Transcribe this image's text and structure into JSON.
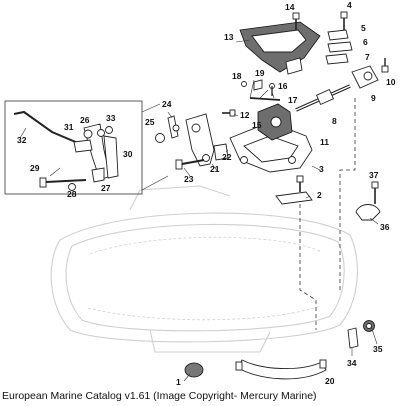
{
  "caption": "European Marine Catalog v1.61 (Image Copyright- Mercury Marine)",
  "labels": {
    "p1": "1",
    "p2": "2",
    "p3": "3",
    "p4": "4",
    "p5": "5",
    "p6": "6",
    "p7": "7",
    "p8": "8",
    "p9": "9",
    "p10": "10",
    "p11": "11",
    "p12": "12",
    "p13": "13",
    "p14": "14",
    "p15": "15",
    "p16": "16",
    "p17": "17",
    "p18": "18",
    "p19": "19",
    "p20": "20",
    "p21": "21",
    "p22": "22",
    "p23": "23",
    "p24": "24",
    "p25": "25",
    "p26": "26",
    "p27": "27",
    "p28": "28",
    "p29": "29",
    "p30": "30",
    "p31": "31",
    "p32": "32",
    "p33": "33",
    "p34": "34",
    "p35": "35",
    "p36": "36",
    "p37": "37"
  }
}
